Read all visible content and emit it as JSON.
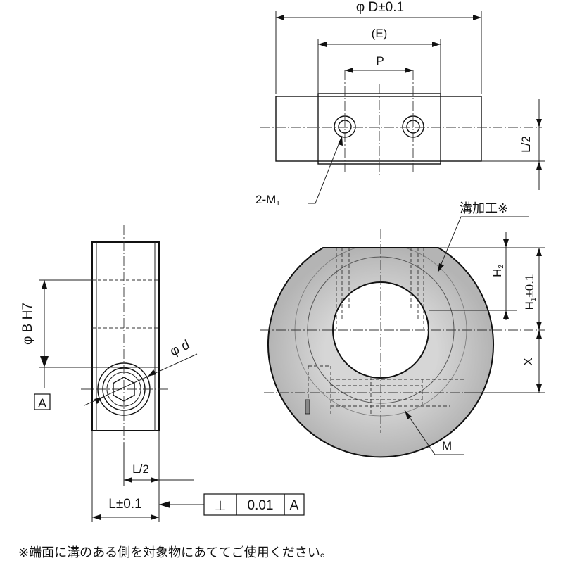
{
  "labels": {
    "dim_D": "φ D±0.1",
    "dim_E": "(E)",
    "dim_P": "P",
    "dim_L_half_top": "L/2",
    "callout_M1": "2-M",
    "callout_M1_sub": "1",
    "callout_groove": "溝加工※",
    "dim_H2": "H",
    "dim_H2_sub": "2",
    "dim_H1": "H",
    "dim_H1_sub": "1",
    "dim_H1_tol": "±0.1",
    "dim_X": "X",
    "callout_M": "M",
    "dim_B": "φ B H7",
    "dim_d": "φ d",
    "datum_A": "A",
    "dim_L_half_side": "L/2",
    "dim_L": "L±0.1",
    "gdt_symbol": "⊥",
    "gdt_value": "0.01",
    "gdt_datum": "A"
  },
  "note": "※端面に溝のある側を対象物にあててご使用ください。",
  "colors": {
    "metal_fill": "#c9c9c9",
    "metal_dark": "#a8a8a8",
    "line": "#111111"
  }
}
